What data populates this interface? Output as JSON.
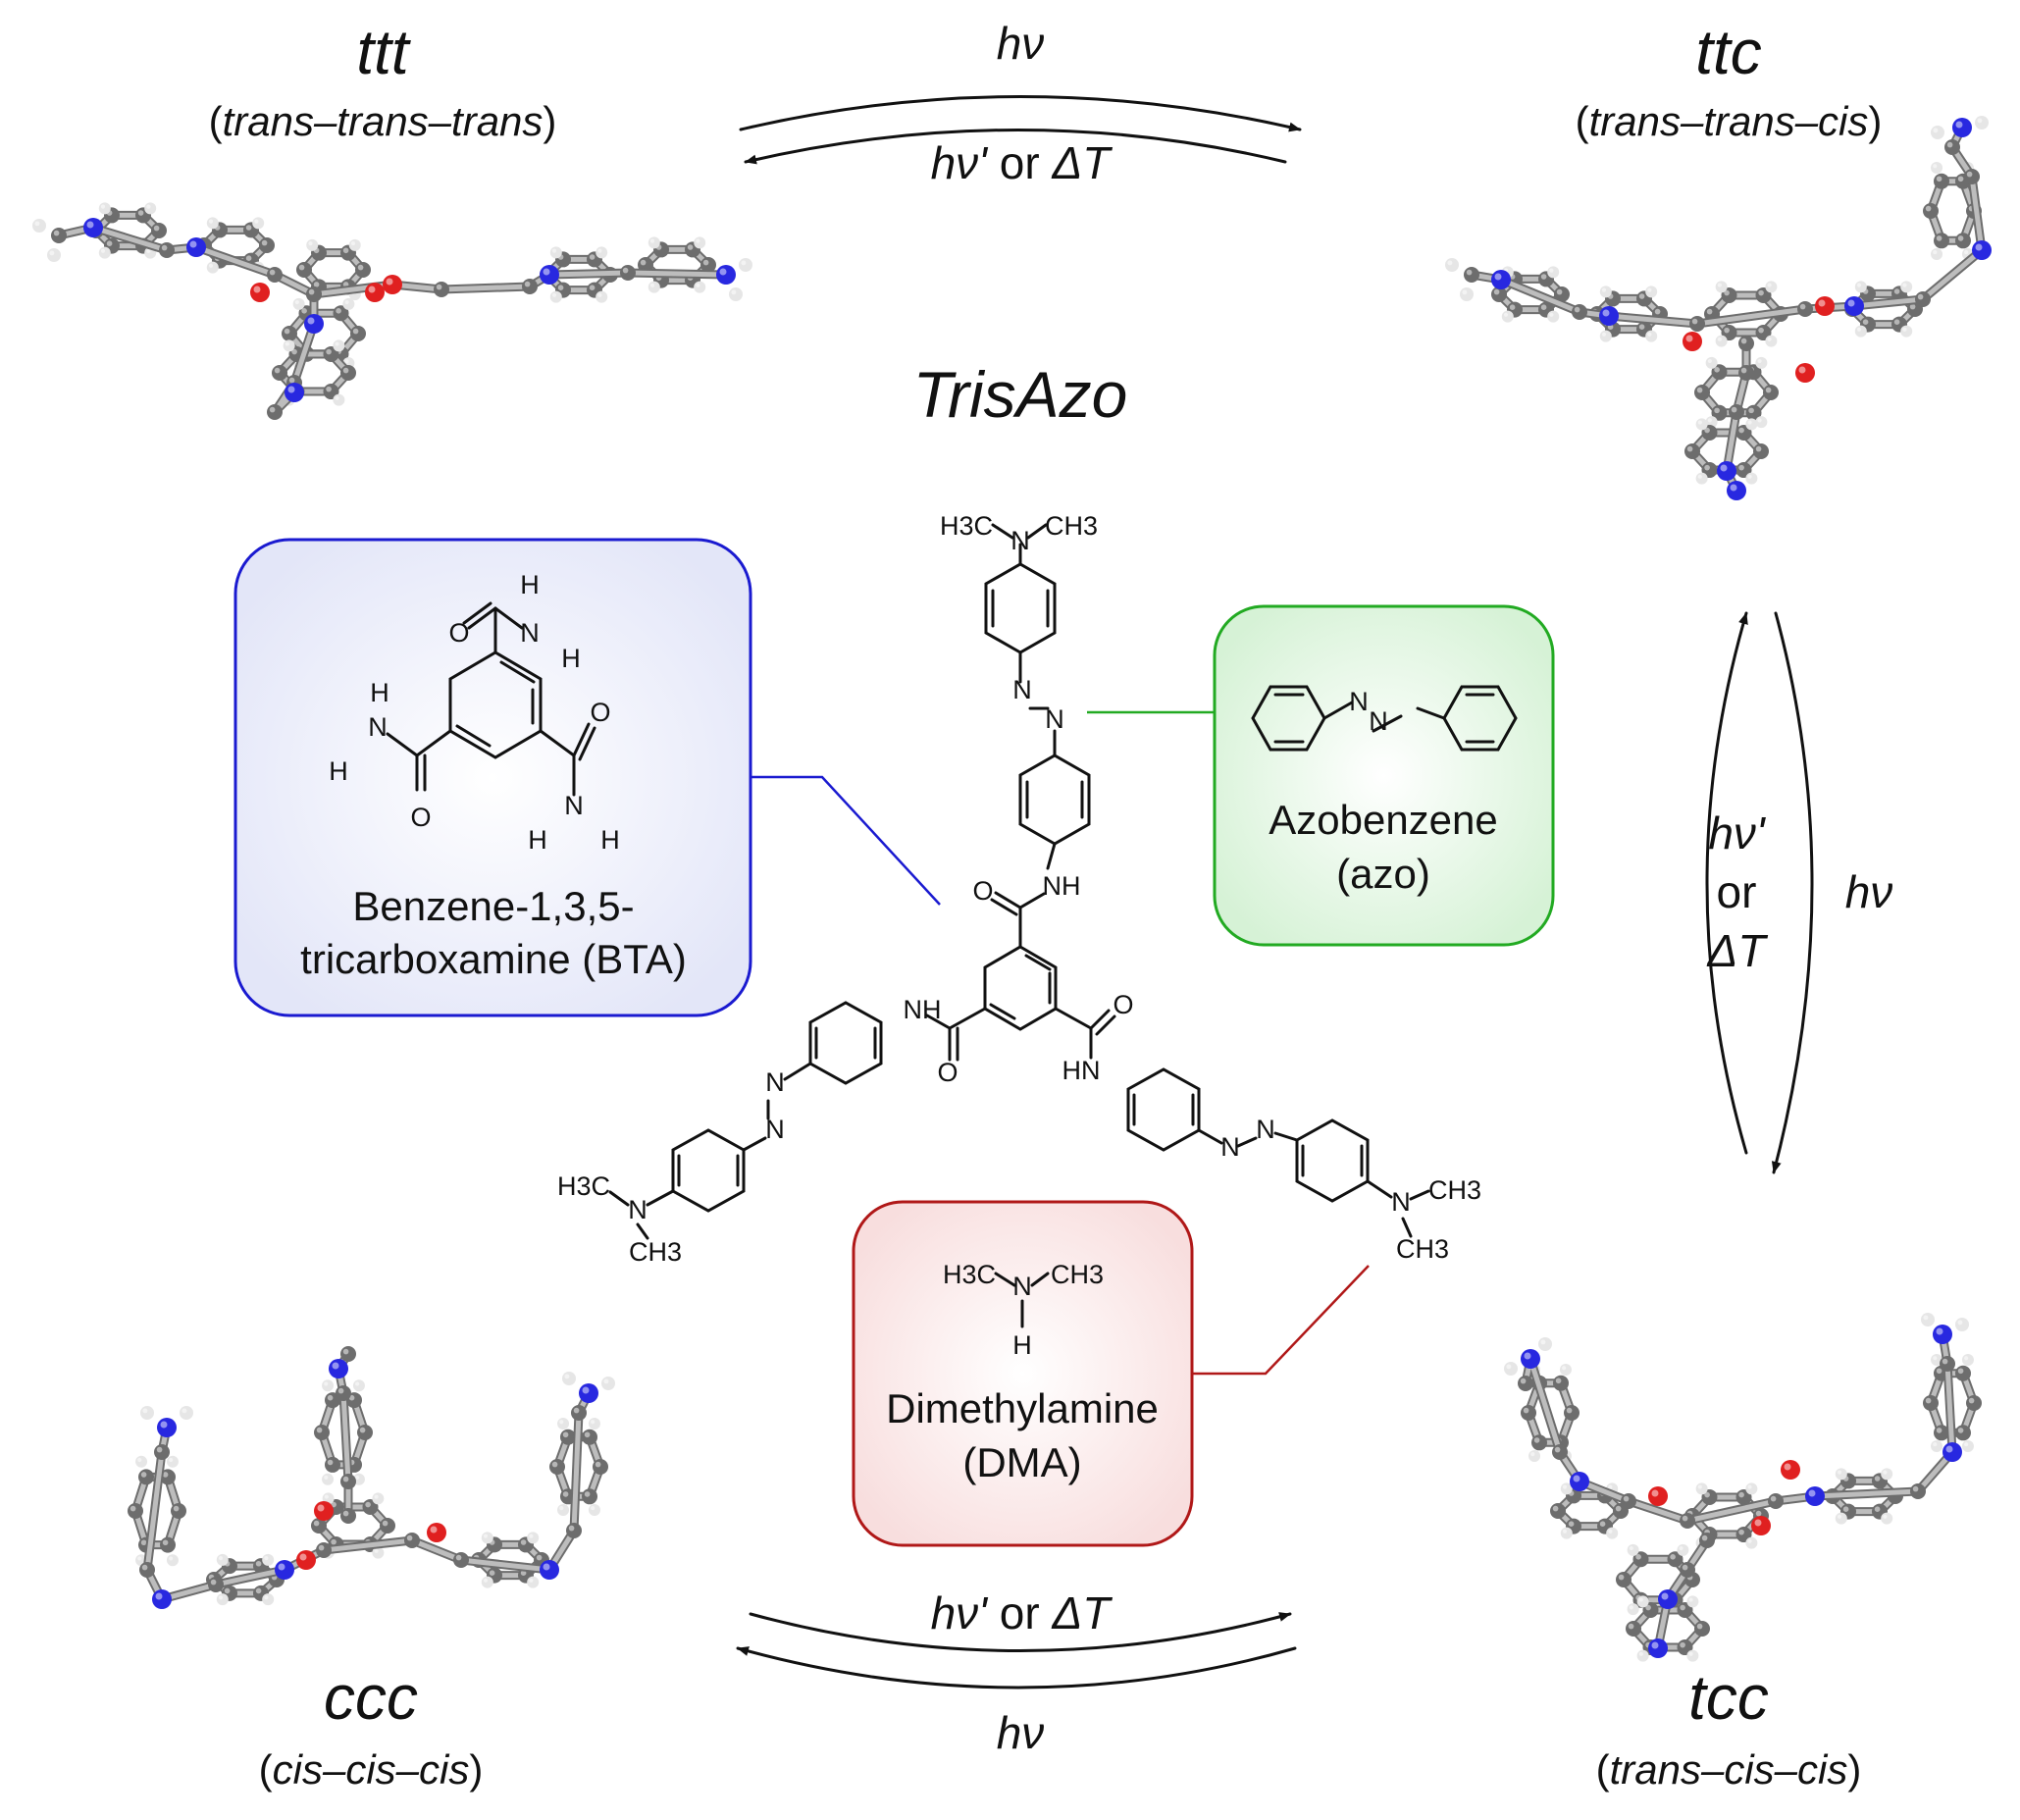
{
  "states": {
    "ttt": {
      "label": "ttt",
      "full": "trans–trans–trans"
    },
    "ttc": {
      "label": "ttc",
      "full": "trans–trans–cis"
    },
    "tcc": {
      "label": "tcc",
      "full": "trans–cis–cis"
    },
    "ccc": {
      "label": "ccc",
      "full": "cis–cis–cis"
    }
  },
  "arrows": {
    "forward": "hν",
    "reverse_prefix": "hν'",
    "reverse_or": "or",
    "reverse_thermal": "ΔT"
  },
  "title": "TrisAzo",
  "boxes": {
    "bta": {
      "line1": "Benzene-1,3,5-",
      "line2": "tricarboxamine (BTA)",
      "color": "#1a1ad0",
      "fill": "#eef0fb"
    },
    "azo": {
      "line1": "Azobenzene",
      "line2": "(azo)",
      "color": "#22aa22",
      "fill": "#eaf8ea"
    },
    "dma": {
      "line1": "Dimethylamine",
      "line2": "(DMA)",
      "color": "#b01818",
      "fill": "#fbecec"
    }
  },
  "chem_labels": {
    "h3c": "H3C",
    "ch3": "CH3",
    "n": "N",
    "nh": "NH",
    "hn": "HN",
    "o": "O",
    "h": "H"
  },
  "atom_colors": {
    "carbon": "#6d6d6d",
    "nitrogen": "#2828e0",
    "oxygen": "#e02020",
    "hydrogen": "#e6e6e6"
  }
}
